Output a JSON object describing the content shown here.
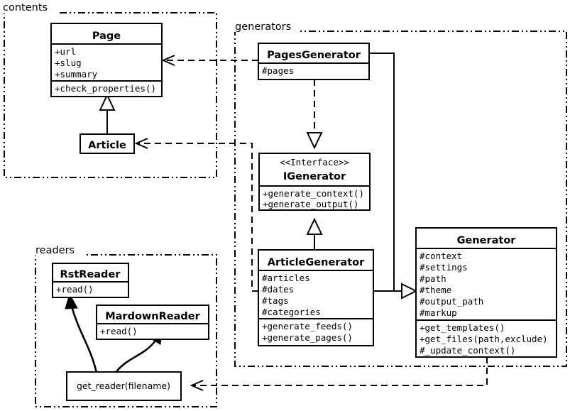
{
  "diagram": {
    "type": "uml-class-diagram",
    "background": "#ffffff",
    "line_color": "#000000"
  },
  "packages": [
    {
      "id": "contents",
      "label": "contents"
    },
    {
      "id": "generators",
      "label": "generators"
    },
    {
      "id": "readers",
      "label": "readers"
    }
  ],
  "classes": {
    "page": {
      "name": "Page",
      "attributes": [
        "+url",
        "+slug",
        "+summary"
      ],
      "methods": [
        "+check_properties()"
      ]
    },
    "article": {
      "name": "Article",
      "attributes": [],
      "methods": []
    },
    "pages_generator": {
      "name": "PagesGenerator",
      "attributes": [
        "#pages"
      ],
      "methods": []
    },
    "igenerator": {
      "stereotype": "<<Interface>>",
      "name": "IGenerator",
      "attributes": [],
      "methods": [
        "+generate_context()",
        "+generate_output()"
      ]
    },
    "article_generator": {
      "name": "ArticleGenerator",
      "attributes": [
        "#articles",
        "#dates",
        "#tags",
        "#categories"
      ],
      "methods": [
        "+generate_feeds()",
        "+generate_pages()"
      ]
    },
    "generator": {
      "name": "Generator",
      "attributes": [
        "#context",
        "#settings",
        "#path",
        "#theme",
        "#output_path",
        "#markup"
      ],
      "methods": [
        "+get_templates()",
        "+get_files(path,exclude)",
        "#_update_context()"
      ]
    },
    "rst_reader": {
      "name": "RstReader",
      "attributes": [],
      "methods": [
        "+read()"
      ]
    },
    "mardown_reader": {
      "name": "MardownReader",
      "attributes": [],
      "methods": [
        "+read()"
      ]
    },
    "get_reader": {
      "name": "get_reader(filename)",
      "attributes": [],
      "methods": []
    }
  },
  "relationships": [
    {
      "id": "article-inherits-page",
      "kind": "generalization",
      "from": "Article",
      "to": "Page"
    },
    {
      "id": "pagesgenerator-realizes-igenerator",
      "kind": "realization",
      "from": "PagesGenerator",
      "to": "IGenerator"
    },
    {
      "id": "articlegenerator-inherits-igenerator",
      "kind": "generalization",
      "from": "ArticleGenerator",
      "to": "IGenerator"
    },
    {
      "id": "pagesgenerator-inherits-generator",
      "kind": "generalization",
      "from": "PagesGenerator",
      "to": "Generator"
    },
    {
      "id": "articlegenerator-inherits-generator",
      "kind": "generalization",
      "from": "ArticleGenerator",
      "to": "Generator"
    },
    {
      "id": "pagesgenerator-depends-page",
      "kind": "dependency",
      "from": "PagesGenerator",
      "to": "Page"
    },
    {
      "id": "articlegenerator-depends-article",
      "kind": "dependency",
      "from": "ArticleGenerator",
      "to": "Article"
    },
    {
      "id": "generator-depends-getreader",
      "kind": "dependency",
      "from": "Generator",
      "to": "get_reader(filename)"
    },
    {
      "id": "getreader-returns-rstreader",
      "kind": "flow",
      "from": "get_reader(filename)",
      "to": "RstReader"
    },
    {
      "id": "getreader-returns-mardownreader",
      "kind": "flow",
      "from": "get_reader(filename)",
      "to": "MardownReader"
    }
  ]
}
